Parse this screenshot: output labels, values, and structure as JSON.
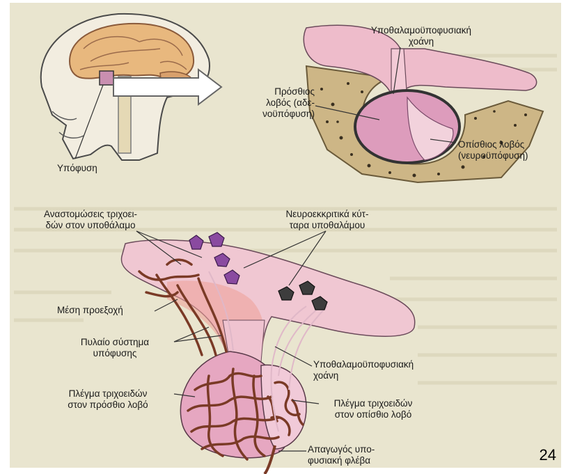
{
  "labels": {
    "pituitary": "Υπόφυση",
    "stalk_top_1": "Υποθαλαμοϋποφυσιακή",
    "stalk_top_2": "χοάνη",
    "anterior_1": "Πρόσθιος",
    "anterior_2": "λοβός (αδε-",
    "anterior_3": "νοϋπόφυση)",
    "posterior_1": "Οπίσθιος λοβός",
    "posterior_2": "(νευροϋπόφυση)",
    "anastomoses_1": "Αναστομώσεις τριχοει-",
    "anastomoses_2": "δών στον υποθάλαμο",
    "neurosecretory_1": "Νευροεκκριτικά κύτ-",
    "neurosecretory_2": "ταρα υποθαλάμου",
    "median_eminence": "Μέση προεξοχή",
    "portal_1": "Πυλαίο σύστημα",
    "portal_2": "υπόφυσης",
    "stalk_bottom_1": "Υποθαλαμοϋποφυσιακή",
    "stalk_bottom_2": "χοάνη",
    "plexus_ant_1": "Πλέγμα τριχοειδών",
    "plexus_ant_2": "στον πρόσθιο λοβό",
    "plexus_post_1": "Πλέγμα τριχοειδών",
    "plexus_post_2": "στον οπίσθιο λοβό",
    "vein_1": "Απαγωγός υπο-",
    "vein_2": "φυσιακή φλέβα"
  },
  "page_number": "24",
  "colors": {
    "page_bg": "#e9e5cf",
    "tissue_pink": "#eab6c8",
    "lobe_pink": "#dd9cbc",
    "bone": "#cdb686",
    "vessel": "#7a3a26",
    "neuron_purple": "#8a4aa0",
    "neuron_dark": "#3d3d3d"
  }
}
